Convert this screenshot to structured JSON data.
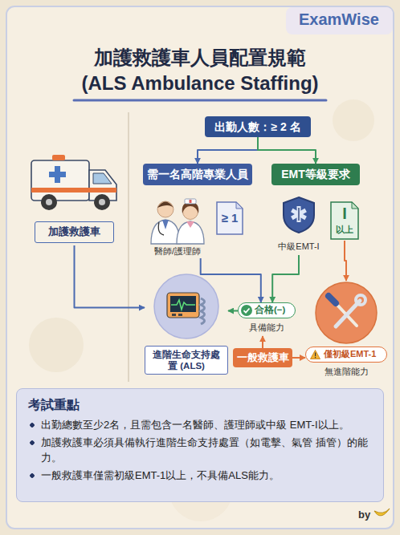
{
  "diagram": {
    "title": "加護救護車人員配置規範 (ALS Ambulance Staffing)",
    "nodes": [
      {
        "text": [
          "出勤人數：≥ 2 名"
        ]
      },
      {
        "text": [
          "加護救護車"
        ]
      },
      {
        "text": [
          "需一名高階專業人員"
        ]
      },
      {
        "text": [
          "EMT等級要求"
        ]
      },
      {
        "text": [
          "醫師/護理師"
        ]
      },
      {
        "text": [
          "≥ 1"
        ]
      },
      {
        "text": [
          "中級EMT-I"
        ]
      },
      {
        "text": [
          "I",
          "以上"
        ]
      },
      {
        "text": [
          "進階生命支持處置 (ALS)"
        ]
      },
      {
        "text": [
          "合格(−)",
          "具備能力"
        ]
      },
      {
        "text": [
          "僅初級EMT-1",
          "無進階能力"
        ]
      },
      {
        "text": [
          "一般救護車"
        ]
      },
      {
        "text": [
          "考試重點",
          "出勤總數至少2名，且需包含一名醫師、護理師或中級 EMT-I以上。",
          "加護救護車必須具備執行進階生命支持處置（如電擊、氣管 插管）的能力。",
          "一般救護車僅需初級EMT-1以上，不具備ALS能力。"
        ]
      }
    ],
    "edges": [
      {
        "from": 0,
        "to": 2,
        "arrow": "to"
      },
      {
        "from": 0,
        "to": 3,
        "arrow": "to"
      },
      {
        "from": 1,
        "to": 8,
        "arrow": "to"
      },
      {
        "from": 4,
        "to": 9,
        "arrow": "to"
      },
      {
        "from": 6,
        "to": 9,
        "arrow": "to"
      },
      {
        "from": 9,
        "to": 8,
        "arrow": "to"
      },
      {
        "from": 7,
        "to": 10,
        "arrow": "to"
      },
      {
        "from": 11,
        "to": 9,
        "arrow": "to"
      },
      {
        "from": 11,
        "to": 10,
        "arrow": "to"
      }
    ],
    "labels": [
      "ExamWise",
      "by"
    ]
  }
}
